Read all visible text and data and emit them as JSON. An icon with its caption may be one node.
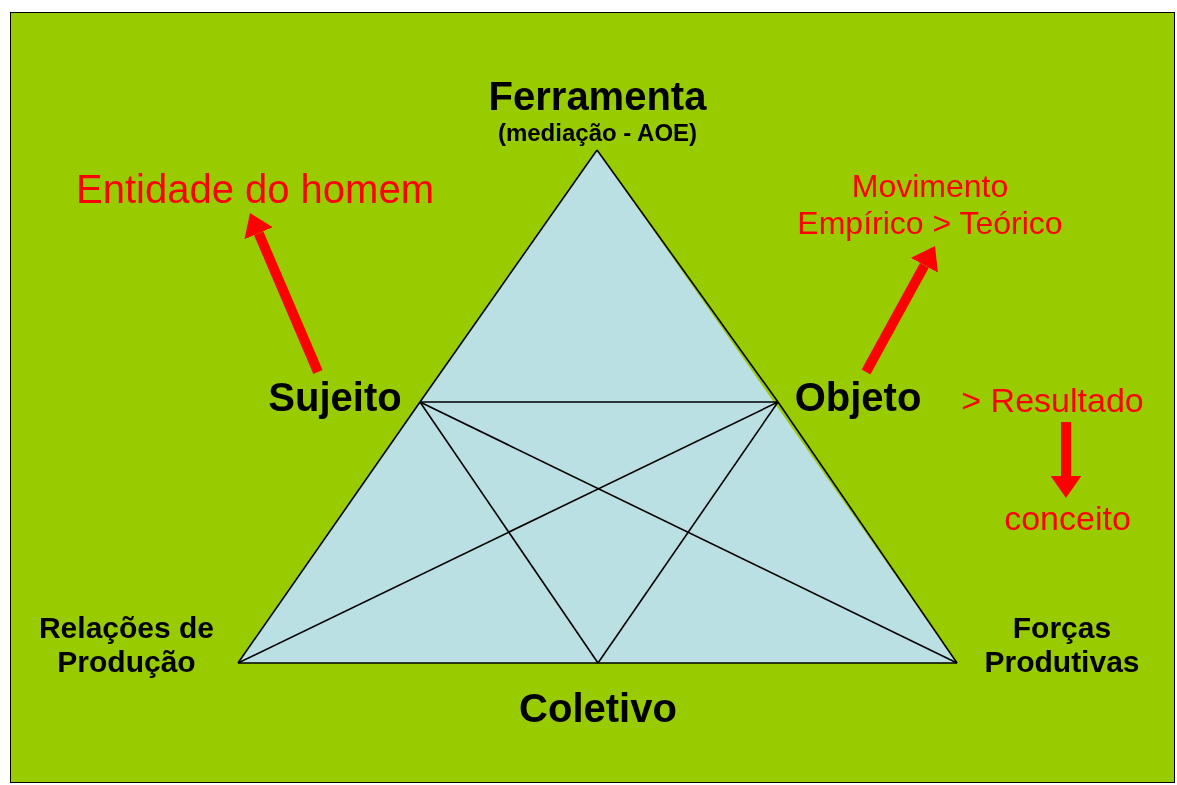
{
  "diagram": {
    "nodes": [
      {
        "text": [
          "Ferramenta",
          "(mediação - AOE)"
        ]
      },
      {
        "text": [
          "Entidade do homem"
        ]
      },
      {
        "text": [
          "Movimento Empírico > Teórico"
        ]
      },
      {
        "text": [
          "Sujeito"
        ]
      },
      {
        "text": [
          "Objeto"
        ]
      },
      {
        "text": [
          "> Resultado"
        ]
      },
      {
        "text": [
          "conceito"
        ]
      },
      {
        "text": [
          "Relações de Produção"
        ]
      },
      {
        "text": [
          "Forças Produtivas"
        ]
      },
      {
        "text": [
          "Coletivo"
        ]
      }
    ],
    "edges": [
      {
        "from": 0,
        "to": 3,
        "arrow": "none"
      },
      {
        "from": 0,
        "to": 4,
        "arrow": "none"
      },
      {
        "from": 3,
        "to": 4,
        "arrow": "none"
      },
      {
        "from": 3,
        "to": 7,
        "arrow": "none"
      },
      {
        "from": 4,
        "to": 8,
        "arrow": "none"
      },
      {
        "from": 7,
        "to": 9,
        "arrow": "none"
      },
      {
        "from": 9,
        "to": 8,
        "arrow": "none"
      },
      {
        "from": 3,
        "to": 9,
        "arrow": "none"
      },
      {
        "from": 3,
        "to": 8,
        "arrow": "none"
      },
      {
        "from": 4,
        "to": 7,
        "arrow": "none"
      },
      {
        "from": 4,
        "to": 9,
        "arrow": "none"
      },
      {
        "from": 3,
        "to": 1,
        "arrow": "to",
        "style": "thick",
        "color": "#ff0000"
      },
      {
        "from": 4,
        "to": 2,
        "arrow": "to",
        "style": "thick",
        "color": "#ff0000"
      },
      {
        "from": 5,
        "to": 6,
        "arrow": "to",
        "style": "thick",
        "color": "#ff0000"
      }
    ]
  }
}
